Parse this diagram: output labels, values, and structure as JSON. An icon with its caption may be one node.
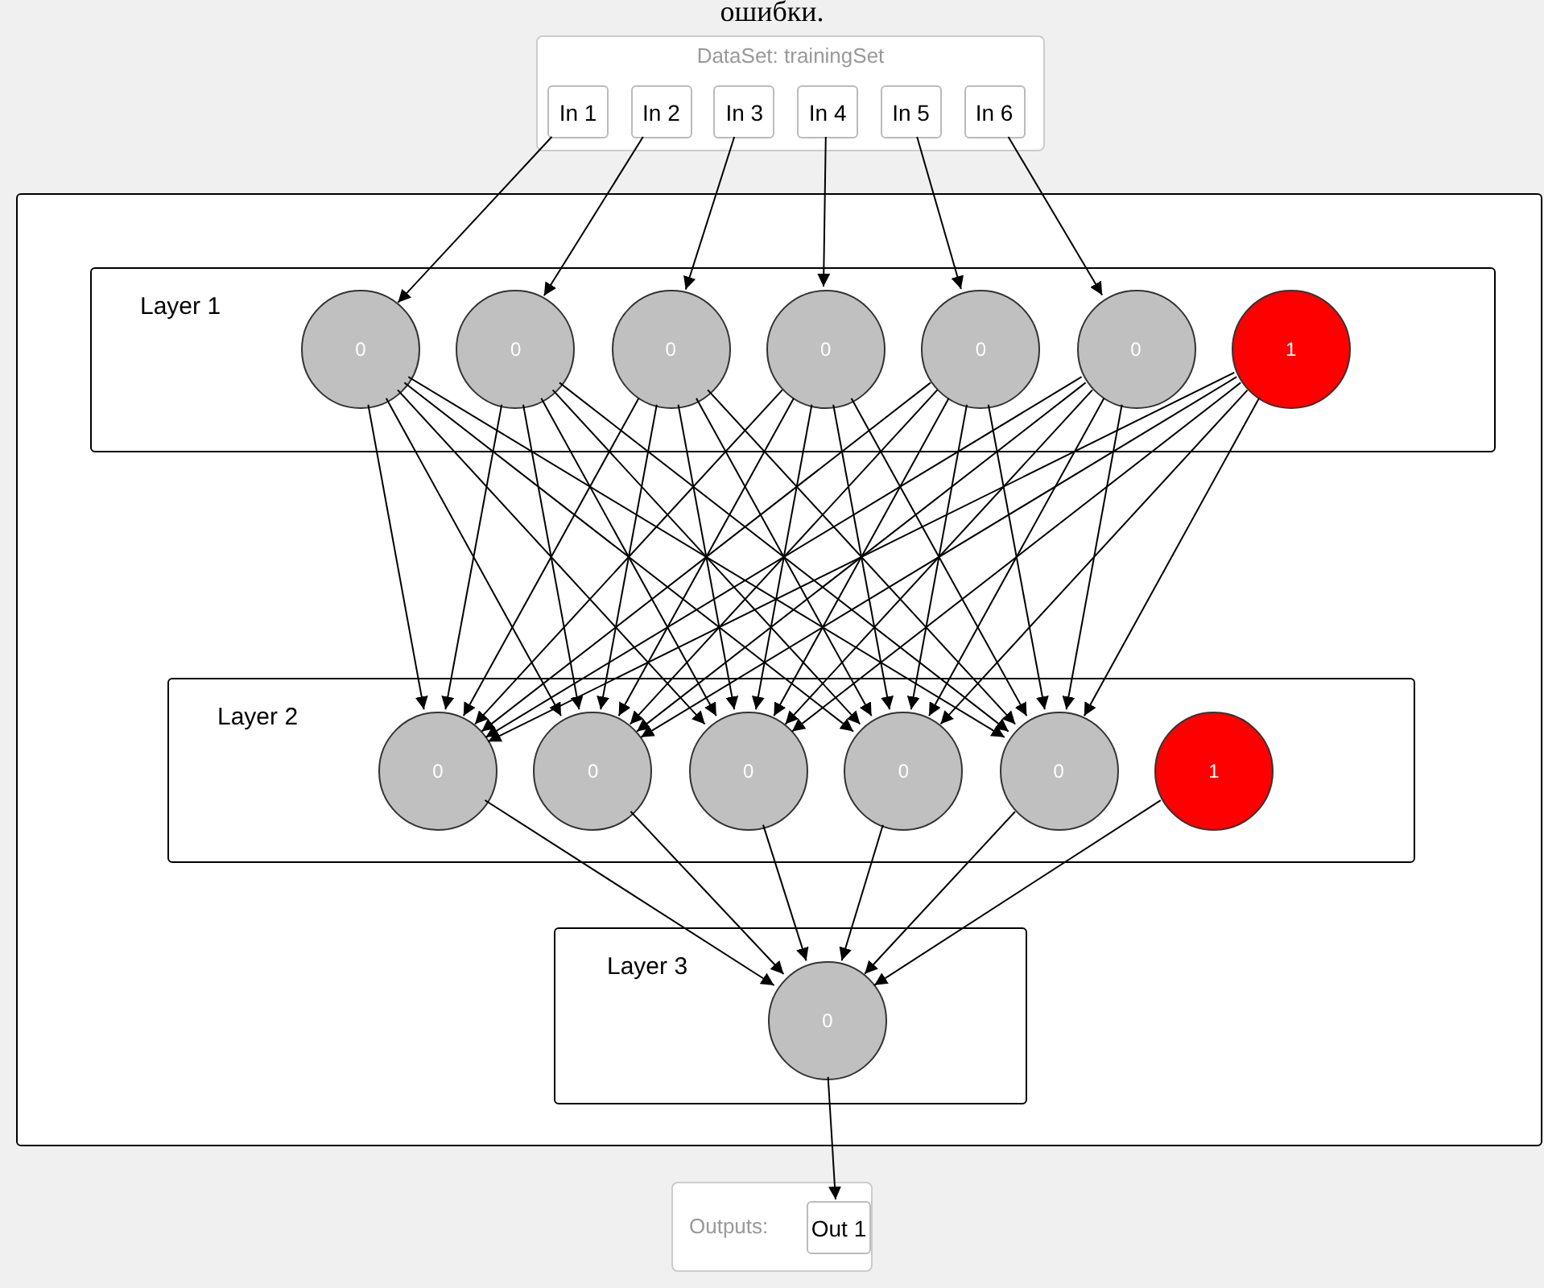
{
  "diagram": {
    "nodes": [
      {
        "text": [
          "DataSet: trainingSet"
        ]
      },
      {
        "text": [
          "In 1"
        ],
        "in": 0
      },
      {
        "text": [
          "In 2"
        ],
        "in": 0
      },
      {
        "text": [
          "In 3"
        ],
        "in": 0
      },
      {
        "text": [
          "In 4"
        ],
        "in": 0
      },
      {
        "text": [
          "In 5"
        ],
        "in": 0
      },
      {
        "text": [
          "In 6"
        ],
        "in": 0
      },
      {
        "text": [],
        "shape": "box"
      },
      {
        "text": [
          "Layer 1"
        ],
        "in": 7
      },
      {
        "text": [
          "0"
        ],
        "in": 8
      },
      {
        "text": [
          "0"
        ],
        "in": 8
      },
      {
        "text": [
          "0"
        ],
        "in": 8
      },
      {
        "text": [
          "0"
        ],
        "in": 8
      },
      {
        "text": [
          "0"
        ],
        "in": 8
      },
      {
        "text": [
          "0"
        ],
        "in": 8
      },
      {
        "text": [
          "1"
        ],
        "in": 8
      },
      {
        "text": [
          "Layer 2"
        ],
        "in": 7
      },
      {
        "text": [
          "0"
        ],
        "in": 16
      },
      {
        "text": [
          "0"
        ],
        "in": 16
      },
      {
        "text": [
          "0"
        ],
        "in": 16
      },
      {
        "text": [
          "0"
        ],
        "in": 16
      },
      {
        "text": [
          "0"
        ],
        "in": 16
      },
      {
        "text": [
          "1"
        ],
        "in": 16
      },
      {
        "text": [
          "Layer 3"
        ],
        "in": 7
      },
      {
        "text": [
          "0"
        ],
        "in": 23
      },
      {
        "text": [
          "Outputs:"
        ]
      },
      {
        "text": [
          "Out 1"
        ],
        "in": 25
      }
    ],
    "edges": [
      {
        "from": 1,
        "to": 9,
        "arrow": "to"
      },
      {
        "from": 2,
        "to": 10,
        "arrow": "to"
      },
      {
        "from": 3,
        "to": 11,
        "arrow": "to"
      },
      {
        "from": 4,
        "to": 12,
        "arrow": "to"
      },
      {
        "from": 5,
        "to": 13,
        "arrow": "to"
      },
      {
        "from": 6,
        "to": 14,
        "arrow": "to"
      },
      {
        "from": 9,
        "to": 17,
        "arrow": "to"
      },
      {
        "from": 9,
        "to": 18,
        "arrow": "to"
      },
      {
        "from": 9,
        "to": 19,
        "arrow": "to"
      },
      {
        "from": 9,
        "to": 20,
        "arrow": "to"
      },
      {
        "from": 9,
        "to": 21,
        "arrow": "to"
      },
      {
        "from": 10,
        "to": 17,
        "arrow": "to"
      },
      {
        "from": 10,
        "to": 18,
        "arrow": "to"
      },
      {
        "from": 10,
        "to": 19,
        "arrow": "to"
      },
      {
        "from": 10,
        "to": 20,
        "arrow": "to"
      },
      {
        "from": 10,
        "to": 21,
        "arrow": "to"
      },
      {
        "from": 11,
        "to": 17,
        "arrow": "to"
      },
      {
        "from": 11,
        "to": 18,
        "arrow": "to"
      },
      {
        "from": 11,
        "to": 19,
        "arrow": "to"
      },
      {
        "from": 11,
        "to": 20,
        "arrow": "to"
      },
      {
        "from": 11,
        "to": 21,
        "arrow": "to"
      },
      {
        "from": 12,
        "to": 17,
        "arrow": "to"
      },
      {
        "from": 12,
        "to": 18,
        "arrow": "to"
      },
      {
        "from": 12,
        "to": 19,
        "arrow": "to"
      },
      {
        "from": 12,
        "to": 20,
        "arrow": "to"
      },
      {
        "from": 12,
        "to": 21,
        "arrow": "to"
      },
      {
        "from": 13,
        "to": 17,
        "arrow": "to"
      },
      {
        "from": 13,
        "to": 18,
        "arrow": "to"
      },
      {
        "from": 13,
        "to": 19,
        "arrow": "to"
      },
      {
        "from": 13,
        "to": 20,
        "arrow": "to"
      },
      {
        "from": 13,
        "to": 21,
        "arrow": "to"
      },
      {
        "from": 14,
        "to": 17,
        "arrow": "to"
      },
      {
        "from": 14,
        "to": 18,
        "arrow": "to"
      },
      {
        "from": 14,
        "to": 19,
        "arrow": "to"
      },
      {
        "from": 14,
        "to": 20,
        "arrow": "to"
      },
      {
        "from": 14,
        "to": 21,
        "arrow": "to"
      },
      {
        "from": 15,
        "to": 17,
        "arrow": "to"
      },
      {
        "from": 15,
        "to": 18,
        "arrow": "to"
      },
      {
        "from": 15,
        "to": 19,
        "arrow": "to"
      },
      {
        "from": 15,
        "to": 20,
        "arrow": "to"
      },
      {
        "from": 15,
        "to": 21,
        "arrow": "to"
      },
      {
        "from": 17,
        "to": 24,
        "arrow": "to"
      },
      {
        "from": 18,
        "to": 24,
        "arrow": "to"
      },
      {
        "from": 19,
        "to": 24,
        "arrow": "to"
      },
      {
        "from": 20,
        "to": 24,
        "arrow": "to"
      },
      {
        "from": 21,
        "to": 24,
        "arrow": "to"
      },
      {
        "from": 22,
        "to": 24,
        "arrow": "to"
      },
      {
        "from": 24,
        "to": 26,
        "arrow": "to"
      }
    ],
    "labels": [
      "ошибки."
    ]
  }
}
